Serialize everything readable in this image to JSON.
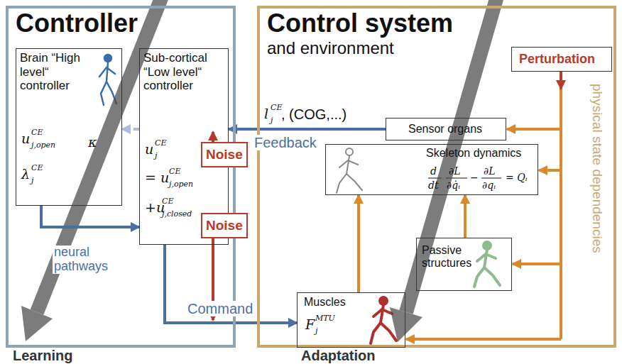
{
  "diagram": {
    "nodes": [
      {
        "text": [
          "Controller"
        ]
      },
      {
        "text": [
          "Brain “High level“ controller",
          "u",
          "CE",
          "j,open",
          "κ",
          "λ",
          "CE",
          "j"
        ],
        "in": 0
      },
      {
        "text": [
          "Sub-cortical “Low level“ controller",
          "u",
          "CE",
          "j",
          "= u",
          "CE",
          "j,open",
          "+u",
          "CE",
          "j,closed"
        ],
        "in": 0
      },
      {
        "text": [
          "Control system",
          "and environment"
        ]
      },
      {
        "text": [
          "Perturbation"
        ],
        "in": 3
      },
      {
        "text": [
          "Sensor organs"
        ],
        "in": 3
      },
      {
        "text": [
          "Skeleton dynamics",
          "d",
          "dt",
          "∂L",
          "∂q̇ᵢ",
          "−",
          "∂L",
          "∂qᵢ",
          "= Qᵢ"
        ],
        "in": 3
      },
      {
        "text": [
          "Muscles",
          "F",
          "MTU",
          "j"
        ],
        "in": 3
      },
      {
        "text": [
          "Passive structures"
        ],
        "in": 3
      },
      {
        "text": [
          "Noise"
        ]
      },
      {
        "text": [
          "Noise"
        ]
      }
    ],
    "edges": [
      {
        "from": 5,
        "to": 2,
        "arrow": "to",
        "label": "Feedback"
      },
      {
        "from": 2,
        "to": 1,
        "arrow": "to"
      },
      {
        "from": 1,
        "to": 2,
        "arrow": "to",
        "label": "neural pathways"
      },
      {
        "from": 2,
        "to": 7,
        "arrow": "to",
        "label": "Command"
      },
      {
        "from": 7,
        "to": 6,
        "arrow": "to"
      },
      {
        "from": 8,
        "to": 6,
        "arrow": "to"
      }
    ],
    "labels": [
      "l",
      "CE",
      "j",
      ", (COG,...)",
      "physical state dependencies",
      "Learning",
      "Adaptation"
    ]
  }
}
